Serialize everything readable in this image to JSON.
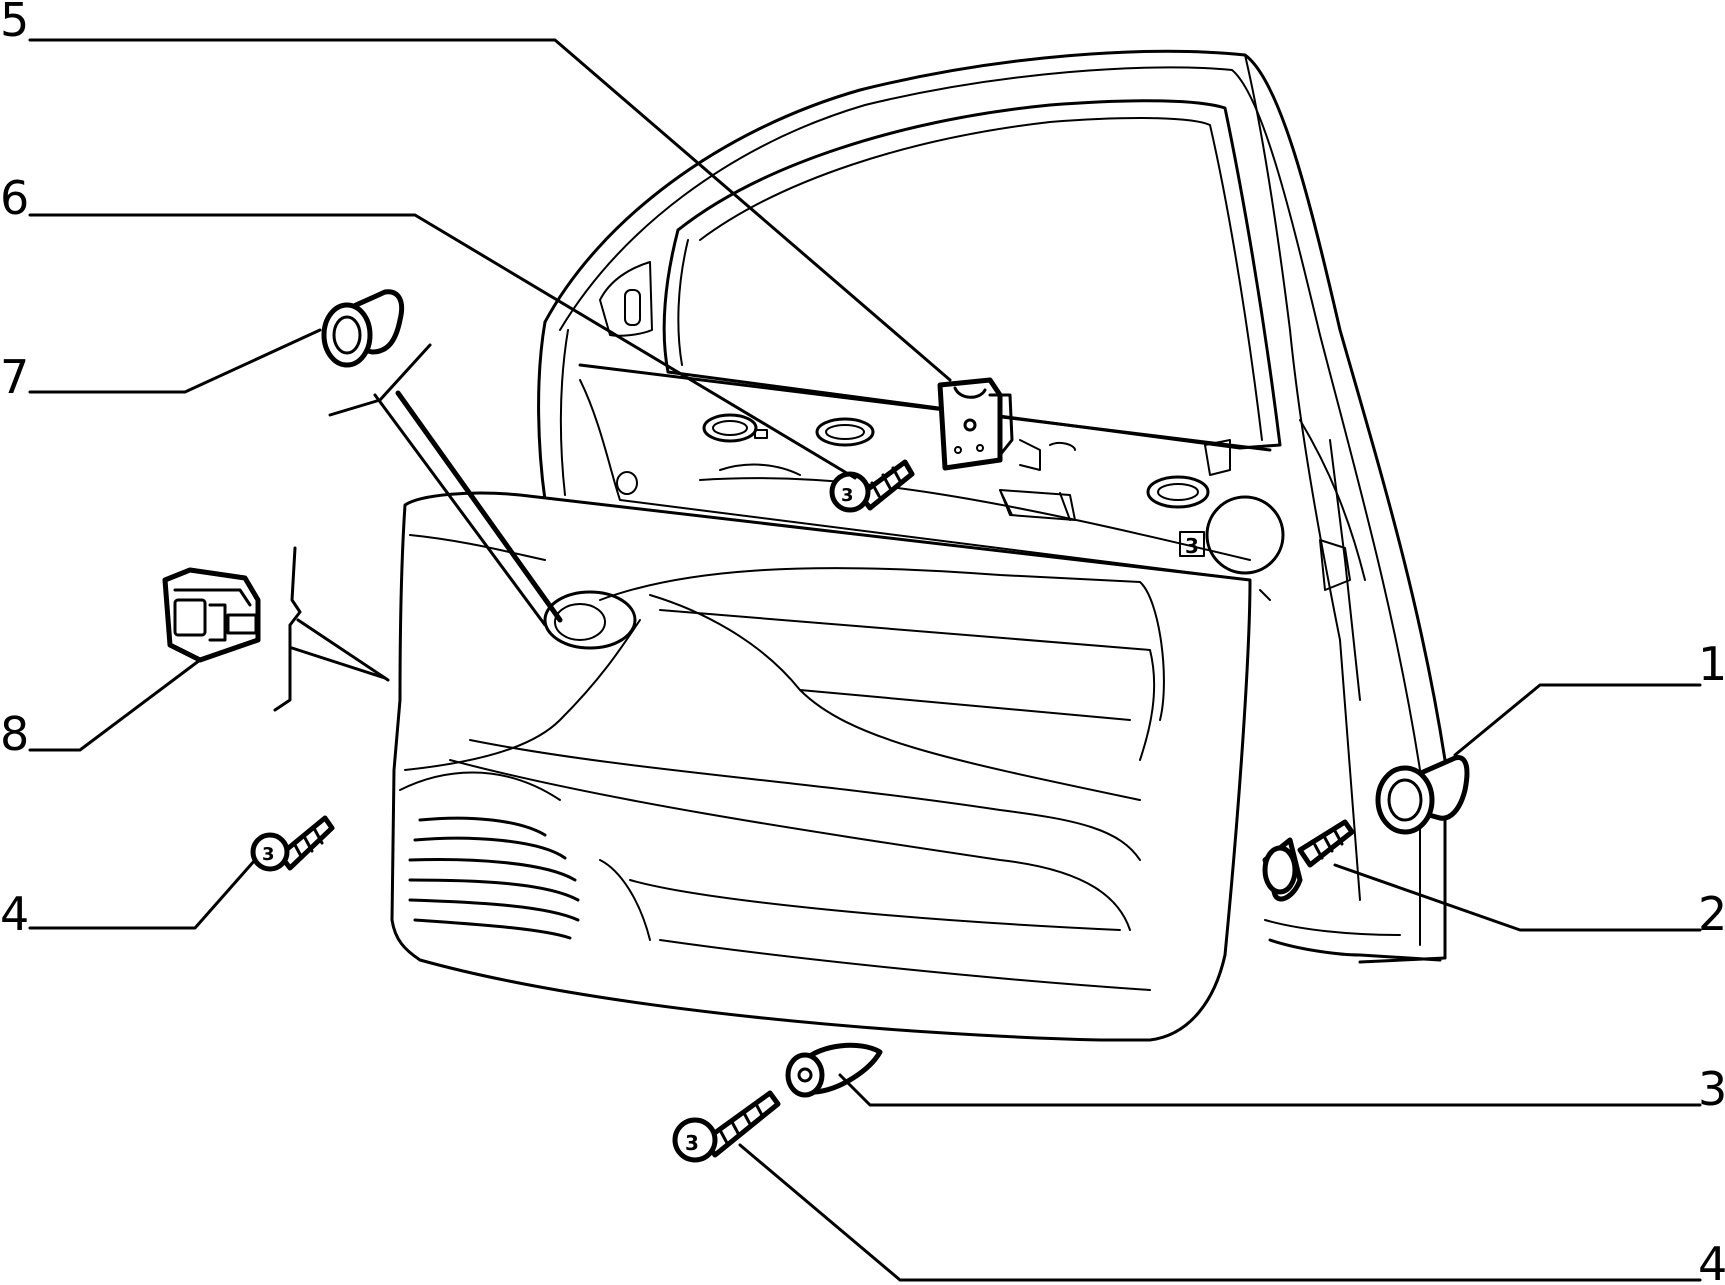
{
  "callouts": [
    {
      "id": "c1",
      "number": "1"
    },
    {
      "id": "c2",
      "number": "2"
    },
    {
      "id": "c3",
      "number": "3"
    },
    {
      "id": "c4a",
      "number": "4"
    },
    {
      "id": "c4b",
      "number": "4"
    },
    {
      "id": "c5",
      "number": "5"
    },
    {
      "id": "c6",
      "number": "6"
    },
    {
      "id": "c7",
      "number": "7"
    },
    {
      "id": "c8",
      "number": "8"
    }
  ],
  "door_marking": "3"
}
